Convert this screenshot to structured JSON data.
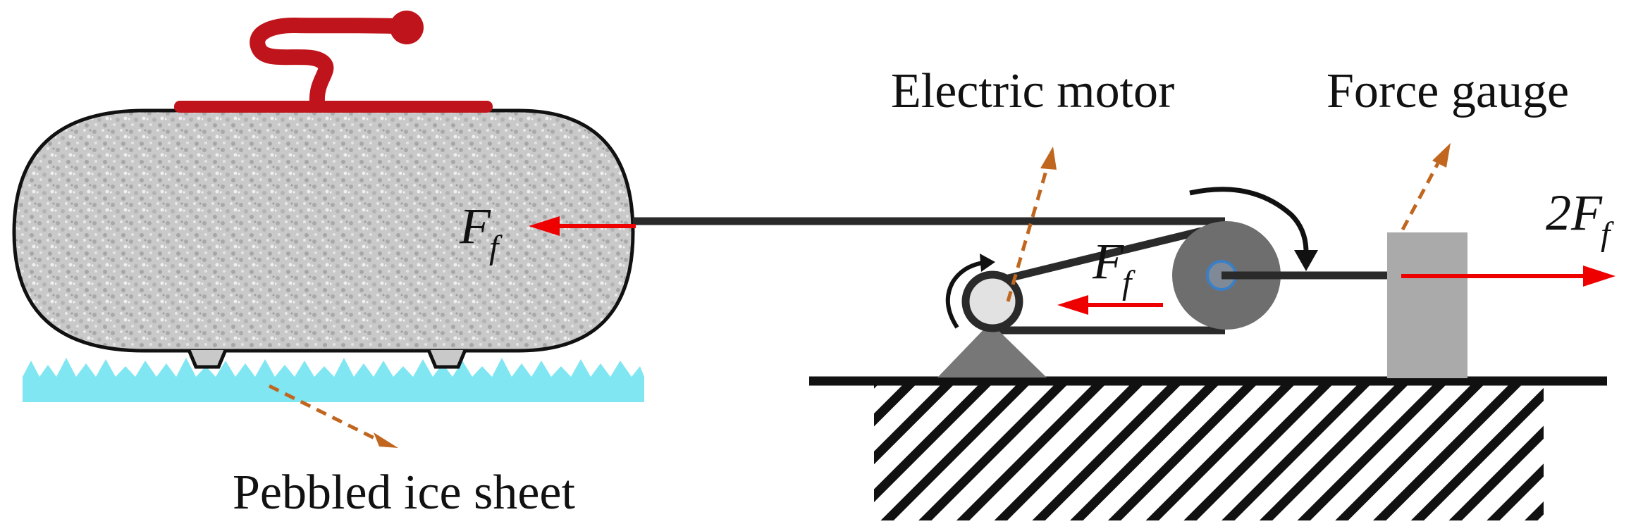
{
  "labels": {
    "electric_motor": "Electric motor",
    "force_gauge": "Force gauge",
    "pebbled_ice_sheet": "Pebbled ice sheet"
  },
  "forces": {
    "stone": {
      "symbol": "F",
      "subscript": "f"
    },
    "belt": {
      "symbol": "F",
      "subscript": "f"
    },
    "gauge": {
      "prefix": "2",
      "symbol": "F",
      "subscript": "f"
    }
  },
  "colors": {
    "handle": "#c0141c",
    "stone_fill": "#c9c9c9",
    "ice": "#7fe6f2",
    "force_arrow": "#ee0000",
    "pointer_arrow": "#c0661f",
    "base": "#111111",
    "pulley_large": "#6e6e6e",
    "pulley_small": "#e2e2e2",
    "support": "#777777",
    "gauge": "#aaaaaa",
    "axle": "#3a7fc8"
  },
  "icons": {
    "rotation_large": "clockwise-arrow",
    "rotation_small": "clockwise-arrow"
  }
}
